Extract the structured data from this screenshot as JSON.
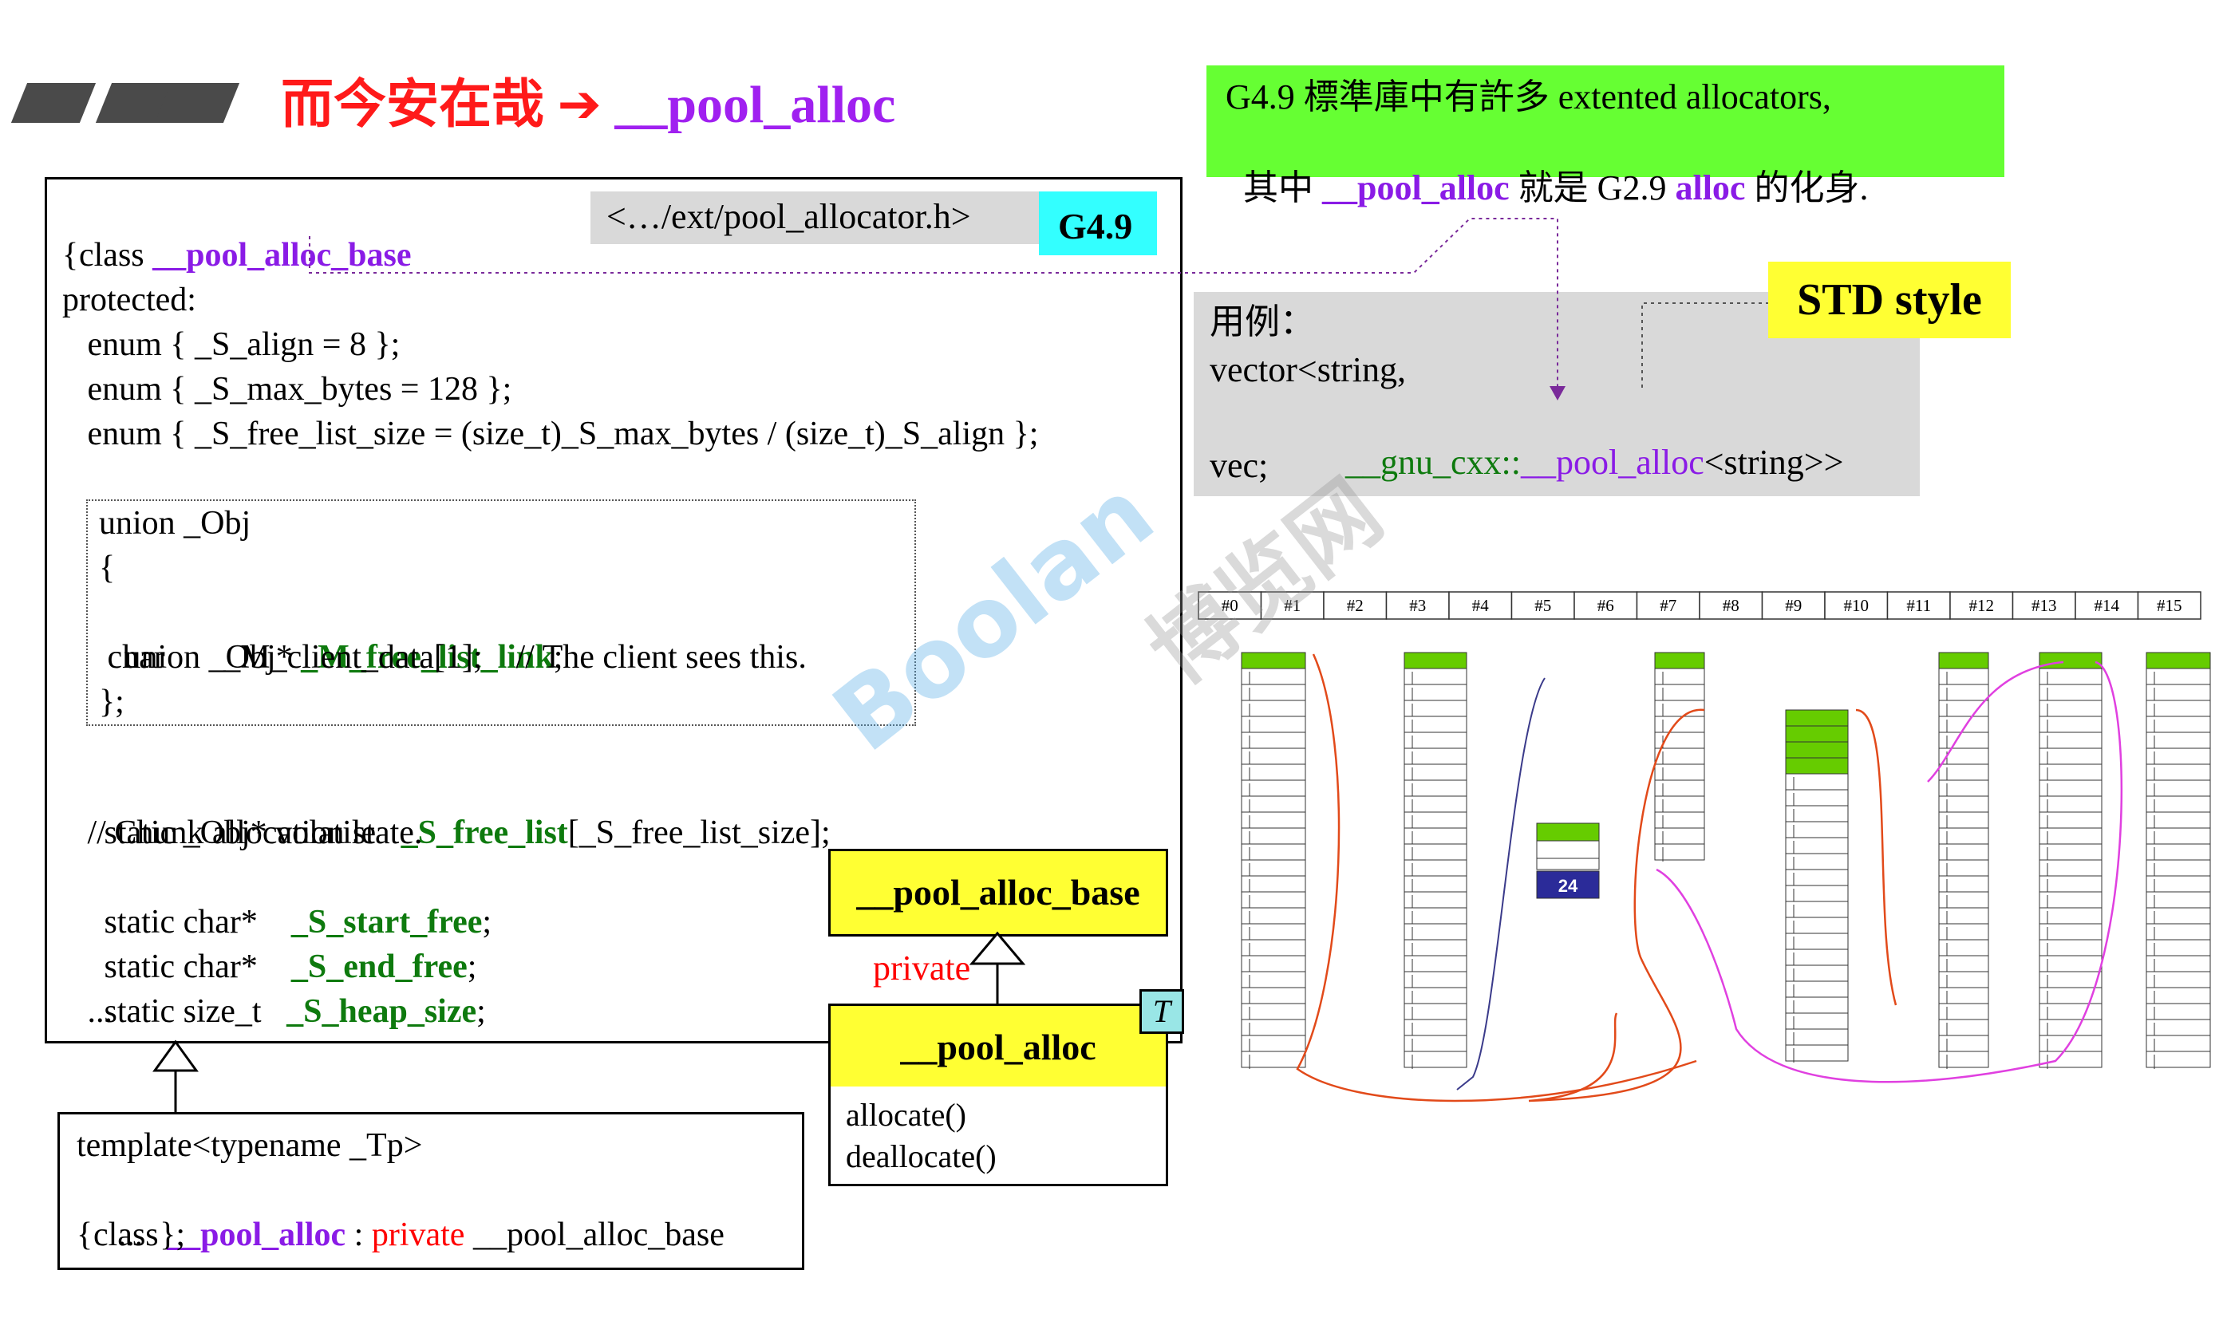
{
  "title": {
    "zh": "而今安在哉",
    "arrow": "➔",
    "name": "__pool_alloc"
  },
  "header_tag": "<…/ext/pool_allocator.h>",
  "version_tag": "G4.9",
  "green_note": {
    "line1": "G4.9 標準庫中有許多 extented allocators,",
    "line2_pre": "其中 ",
    "line2_name": "__pool_alloc",
    "line2_mid": " 就是 G2.9 ",
    "line2_alloc": "alloc",
    "line2_post": " 的化身."
  },
  "std_style": "STD style",
  "usage": {
    "l1": "用例：",
    "l2": "vector<string,",
    "l3_ns": "__gnu_cxx::",
    "l3_name": "__pool_alloc",
    "l3_rest": "<string>>",
    "l4": "vec;"
  },
  "code": {
    "l1_kw": "class ",
    "l1_name": "__pool_alloc_base",
    "l2": "{",
    "l3": "protected:",
    "l4": "   enum { _S_align = 8 };",
    "l5": "   enum { _S_max_bytes = 128 };",
    "l6": "   enum { _S_free_list_size = (size_t)_S_max_bytes / (size_t)_S_align };",
    "u1": "union _Obj",
    "u2": "{",
    "u3_pre": " union _Obj* ",
    "u3_name": "_M_free_list_link",
    "u3_post": ";",
    "u4": " char       _M_client_data[1];    // The client sees this.",
    "u5": "};",
    "s1_pre": "   static _Obj* volatile   ",
    "s1_name": "_S_free_list",
    "s1_post": "[_S_free_list_size];",
    "s2": "   // Chunk allocation state.",
    "s3_pre": "   static char*    ",
    "s3_name": "_S_start_free",
    "s3_post": ";",
    "s4_pre": "   static char*    ",
    "s4_name": "_S_end_free",
    "s4_post": ";",
    "s5_pre": "   static size_t   ",
    "s5_name": "_S_heap_size",
    "s5_post": ";",
    "s6": "   ..."
  },
  "template_code": {
    "l1": "template<typename _Tp>",
    "l2_kw": "class ",
    "l2_name": "__pool_alloc",
    "l2_colon": " : ",
    "l2_private": "private",
    "l2_base": " __pool_alloc_base",
    "l3": "{   ...  };"
  },
  "uml": {
    "base": "__pool_alloc_base",
    "derived": "__pool_alloc",
    "relation": "private",
    "template_param": "T",
    "methods": [
      "allocate()",
      "deallocate()"
    ]
  },
  "free_list": {
    "slots": [
      "#0",
      "#1",
      "#2",
      "#3",
      "#4",
      "#5",
      "#6",
      "#7",
      "#8",
      "#9",
      "#10",
      "#11",
      "#12",
      "#13",
      "#14",
      "#15"
    ],
    "chunk_label": "24"
  },
  "watermark": {
    "brand": "Boolan",
    "zh": "博览网"
  },
  "colors": {
    "title_red": "#ff1a1a",
    "purple": "#8a1be6",
    "green_text": "#0e7a0e",
    "green_note_bg": "#66ff33",
    "yellow": "#ffff33",
    "cyan": "#33ffff",
    "gray": "#d9d9d9",
    "block_green": "#66cc00",
    "chunk_blue": "#2b2b99",
    "curve_red": "#e24a1a",
    "curve_pink": "#e040e0",
    "curve_navy": "#3a3a8a"
  }
}
